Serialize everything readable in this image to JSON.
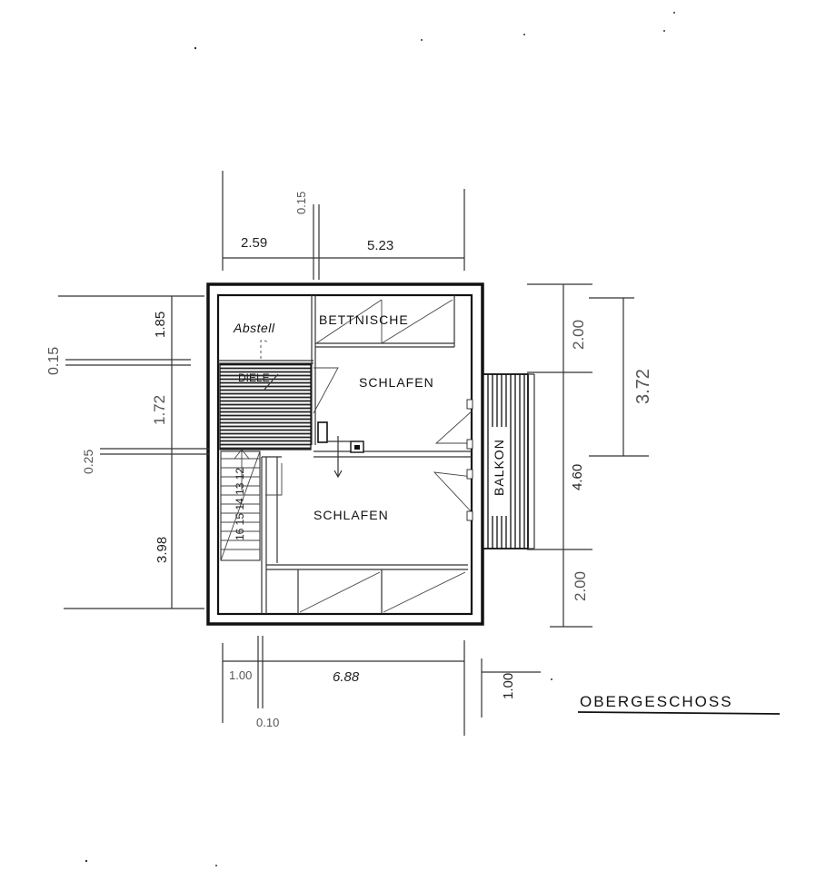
{
  "drawing": {
    "title": "OBERGESCHOSS",
    "rooms": {
      "abstell": "Abstell",
      "bettnische": "BETTNISCHE",
      "schlafen_upper": "SCHLAFEN",
      "schlafen_lower": "SCHLAFEN",
      "balkon": "BALKON",
      "stair_mark": "DIELE",
      "stair_numbers": "16 15 14 13 12"
    },
    "dimensions": {
      "top_015": "0.15",
      "top_259": "2.59",
      "top_523": "5.23",
      "left_015": "0.15",
      "left_185": "1.85",
      "left_172": "1.72",
      "left_025": "0.25",
      "left_398": "3.98",
      "right_200_top": "2.00",
      "right_460": "4.60",
      "right_200_bottom": "2.00",
      "right_372": "3.72",
      "bottom_100_left": "1.00",
      "bottom_688": "6.88",
      "bottom_100_right": "1.00",
      "bottom_010": "0.10"
    }
  }
}
